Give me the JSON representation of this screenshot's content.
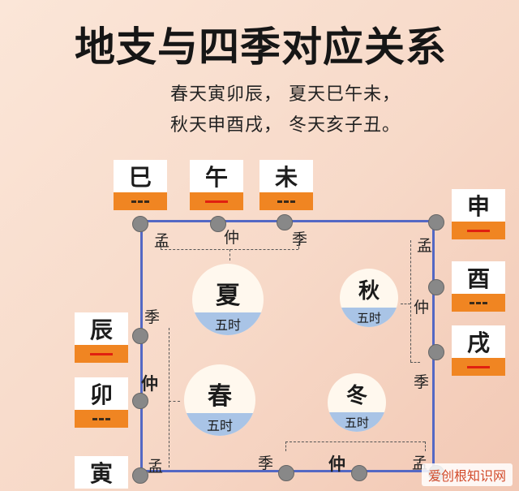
{
  "title": "地支与四季对应关系",
  "subtitle": {
    "line1": "春天寅卯辰，  夏天巳午未，",
    "line2": "秋天申酉戌，  冬天亥子丑。"
  },
  "branches": {
    "si": {
      "char": "巳",
      "mark": "dash"
    },
    "wu": {
      "char": "午",
      "mark": "solid"
    },
    "wei": {
      "char": "未",
      "mark": "dash"
    },
    "shen": {
      "char": "申",
      "mark": "solid"
    },
    "you": {
      "char": "酉",
      "mark": "dash"
    },
    "xu": {
      "char": "戌",
      "mark": "solid"
    },
    "chen": {
      "char": "辰",
      "mark": "solid"
    },
    "mao": {
      "char": "卯",
      "mark": "dash"
    },
    "yin": {
      "char": "寅",
      "mark": "none"
    }
  },
  "positions": {
    "meng": "孟",
    "zhong": "仲",
    "ji": "季"
  },
  "seasons": {
    "summer": {
      "name": "夏",
      "time": "五时"
    },
    "autumn": {
      "name": "秋",
      "time": "五时"
    },
    "spring": {
      "name": "春",
      "time": "五时"
    },
    "winter": {
      "name": "冬",
      "time": "五时"
    }
  },
  "watermark": "爱创根知识网",
  "colors": {
    "card_bar": "#f08522",
    "frame": "#5468c4",
    "season_band": "#a9c4e6",
    "mark_red": "#e02010"
  }
}
